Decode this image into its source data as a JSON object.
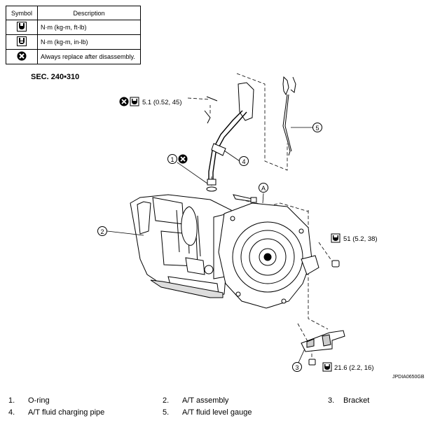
{
  "legend": {
    "header_symbol": "Symbol",
    "header_description": "Description",
    "rows": [
      {
        "icon": "torque-wrench-icon",
        "text": "N·m (kg-m, ft-lb)"
      },
      {
        "icon": "torque-wrench-small-icon",
        "text": "N·m (kg-m, in-lb)"
      },
      {
        "icon": "replace-x-icon",
        "text": "Always replace after disassembly."
      }
    ]
  },
  "section": "SEC. 240•310",
  "callouts": {
    "n1": "1",
    "n2": "2",
    "n3": "3",
    "n4": "4",
    "n5": "5",
    "a": "A"
  },
  "torques": {
    "t1": "5.1 (0.52, 45)",
    "t2": "51 (5.2, 38)",
    "t3": "21.6 (2.2, 16)"
  },
  "image_code": "JPDIA0650GB",
  "parts": [
    {
      "num": "1.",
      "name": "O-ring"
    },
    {
      "num": "2.",
      "name": "A/T assembly"
    },
    {
      "num": "3.",
      "name": "Bracket"
    },
    {
      "num": "4.",
      "name": "A/T fluid charging pipe"
    },
    {
      "num": "5.",
      "name": "A/T fluid level gauge"
    }
  ]
}
